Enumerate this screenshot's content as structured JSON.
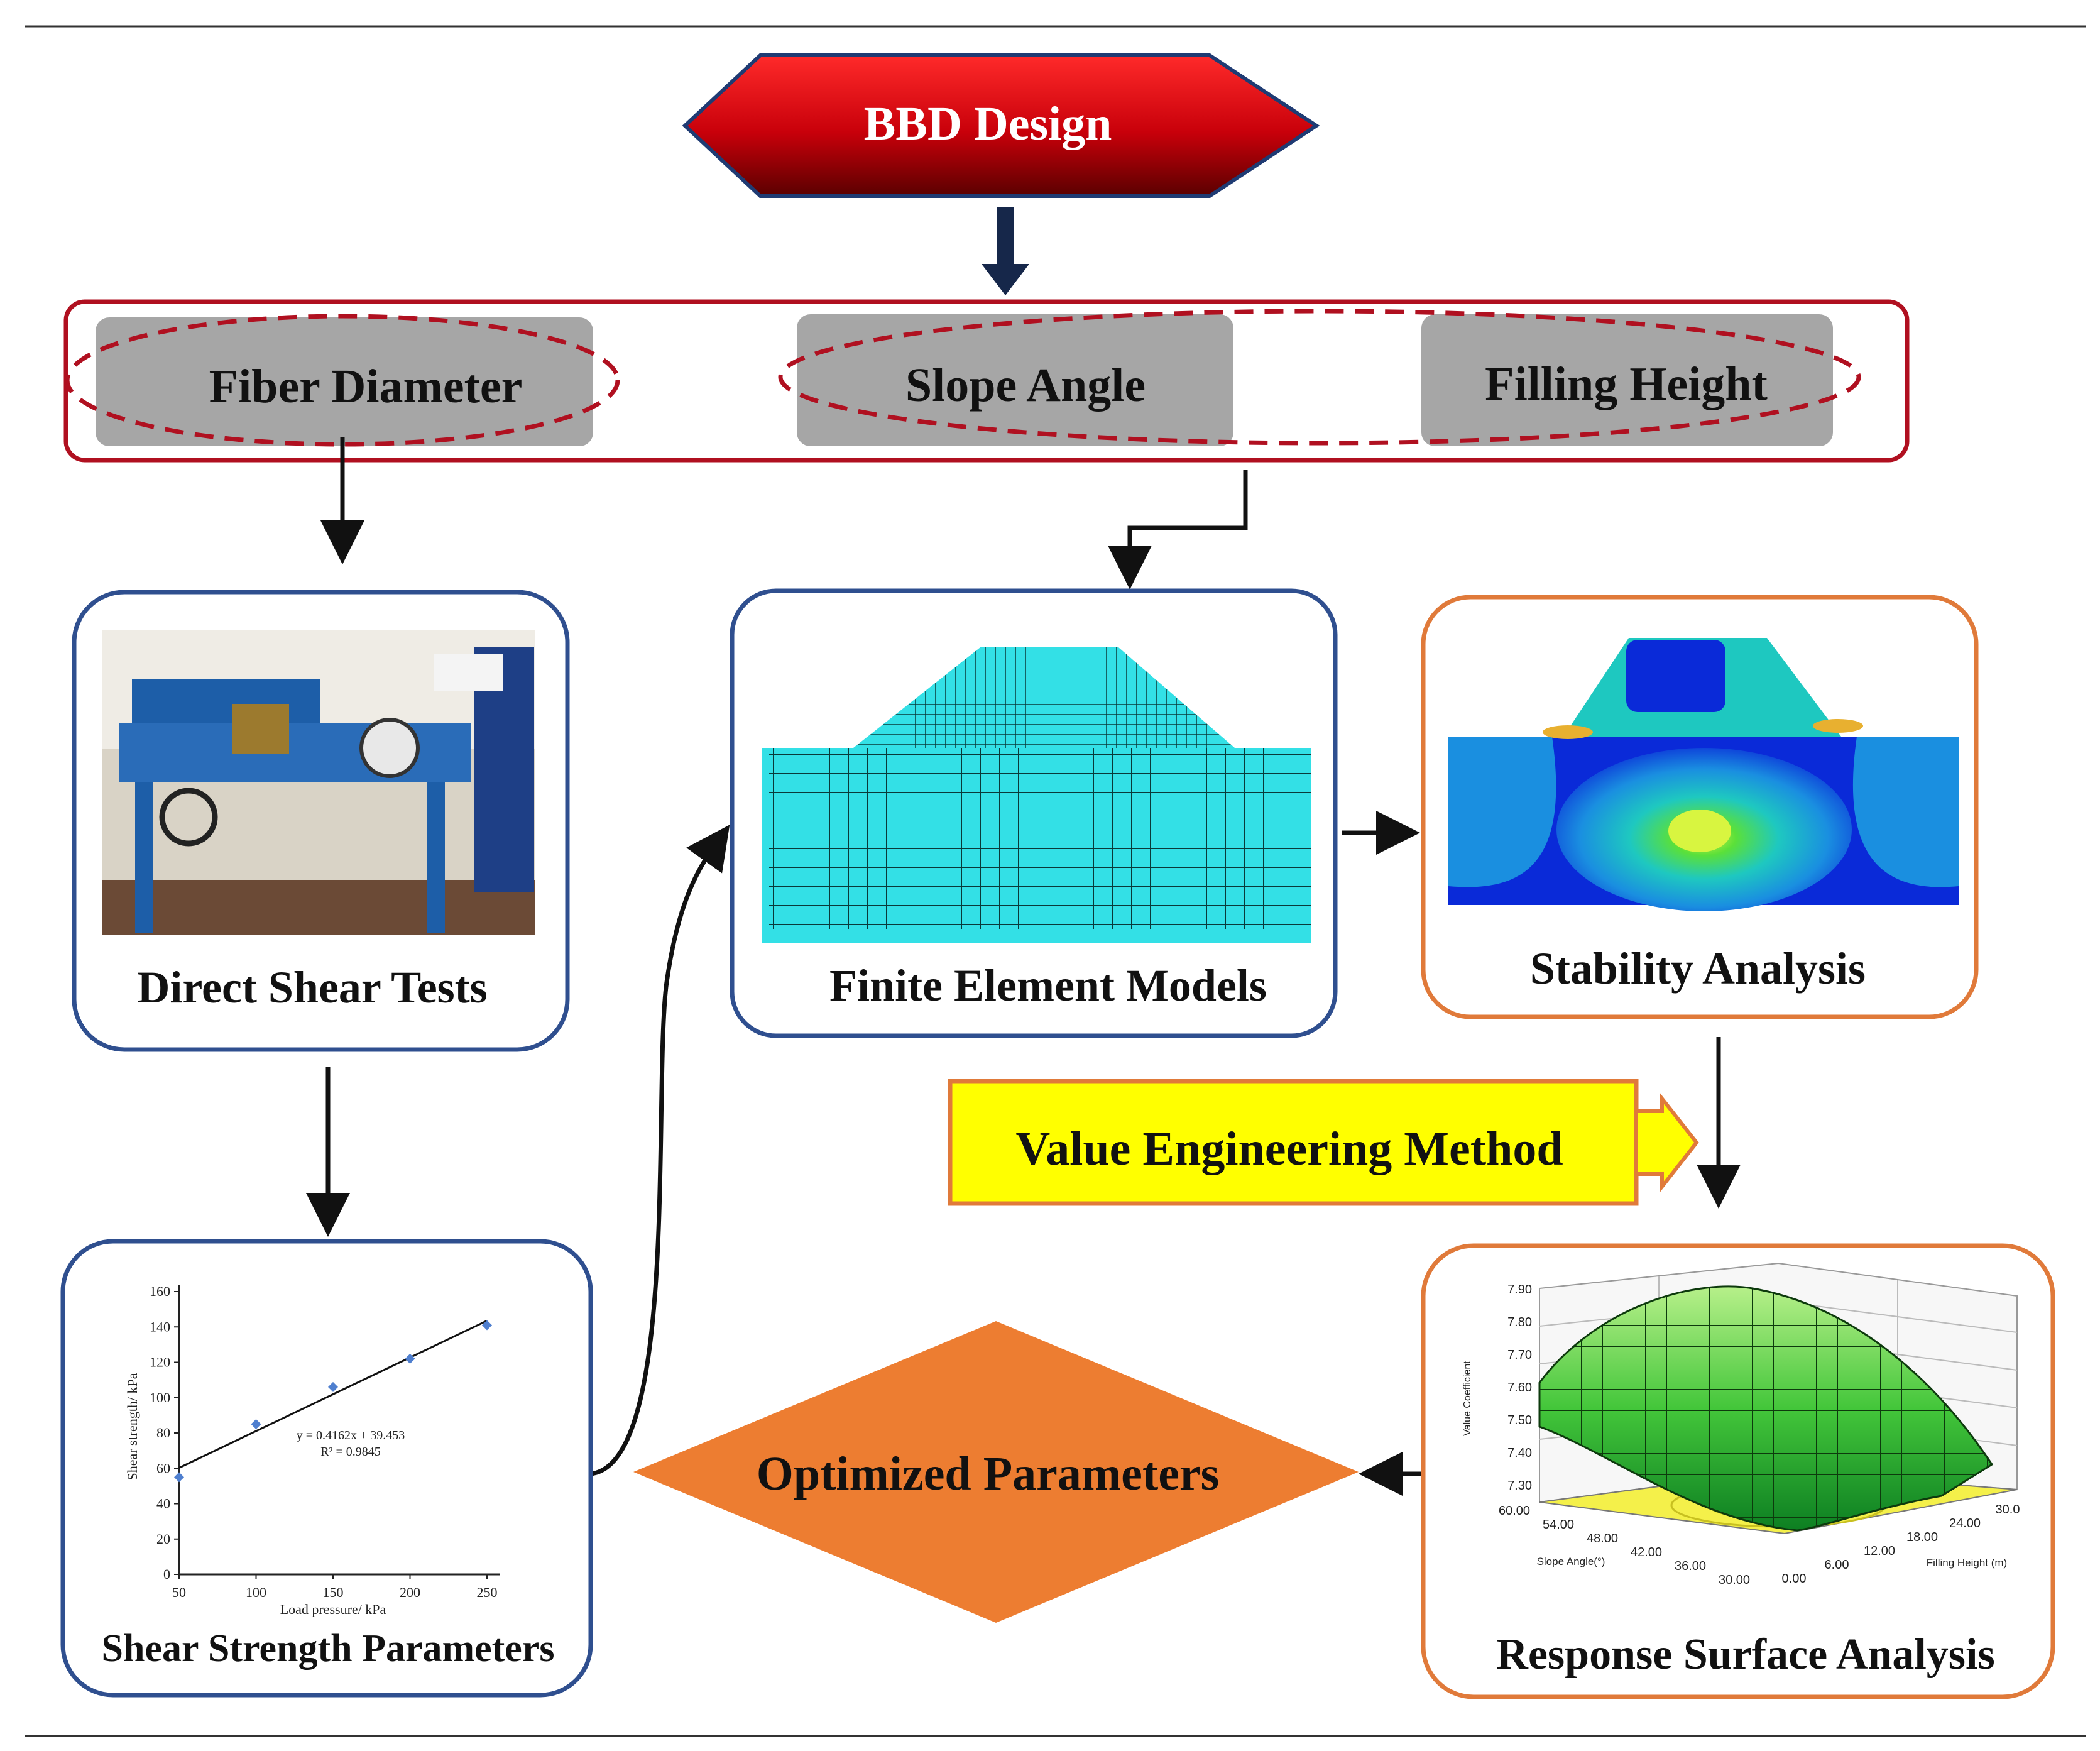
{
  "top": {
    "title": "BBD Design"
  },
  "factors": [
    "Fiber Diameter",
    "Slope Angle",
    "Filling Height"
  ],
  "panels": {
    "direct_shear": "Direct Shear Tests",
    "fem": "Finite Element Models",
    "stability": "Stability Analysis",
    "value_eng": "Value Engineering Method",
    "shear_params": "Shear Strength Parameters",
    "optimized": "Optimized Parameters",
    "response": "Response Surface Analysis"
  },
  "colors": {
    "bbd_red": "#c8000a",
    "factor_gray": "#a6a6a6",
    "dash_red": "#b01020",
    "panel_blue": "#2f4f8f",
    "panel_orange": "#e07a3a",
    "value_yellow": "#ffff00",
    "optimized_orange": "#ed7d31"
  },
  "chart_data": {
    "type": "scatter",
    "x": [
      50,
      100,
      150,
      200,
      250
    ],
    "y": [
      55,
      85,
      106,
      122,
      141
    ],
    "xlabel": "Load pressure/ kPa",
    "ylabel": "Shear strength/ kPa",
    "xticks": [
      "50",
      "100",
      "150",
      "200",
      "250"
    ],
    "yticks": [
      "0",
      "20",
      "40",
      "60",
      "80",
      "100",
      "120",
      "140",
      "160"
    ],
    "xlim": [
      50,
      250
    ],
    "ylim": [
      0,
      160
    ],
    "fit": {
      "slope": 0.4162,
      "intercept": 39.453
    },
    "equation": "y = 0.4162x + 39.453",
    "r2": "R² = 0.9845"
  },
  "surface": {
    "zticks": [
      "7.90",
      "7.80",
      "7.70",
      "7.60",
      "7.50",
      "7.40",
      "7.30"
    ],
    "zlabel": "Value Coefficient",
    "slope_ticks": [
      "60.00",
      "54.00",
      "48.00",
      "42.00",
      "36.00",
      "30.00"
    ],
    "slope_label": "Slope Angle(°)",
    "height_ticks": [
      "0.00",
      "6.00",
      "12.00",
      "18.00",
      "24.00",
      "30.0"
    ],
    "height_label": "Filling Height (m)"
  }
}
